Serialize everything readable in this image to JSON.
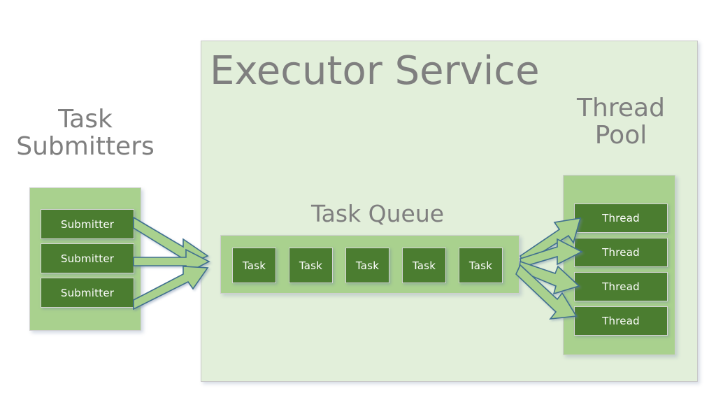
{
  "diagram": {
    "title": "Executor Service",
    "background": "#ffffff",
    "colors": {
      "outer_panel": "#e2efda",
      "group_panel": "#a9d18e",
      "item_box": "#4b7d30",
      "item_text": "#ffffff",
      "heading_text": "#7f7f7f",
      "arrow_fill": "#a9d18e",
      "arrow_stroke": "#3f6f8f"
    },
    "headings": {
      "executor_service": "Executor Service",
      "task_submitters": "Task\nSubmitters",
      "task_queue": "Task Queue",
      "thread_pool": "Thread\nPool"
    },
    "submitters": {
      "label": "Task Submitters",
      "items": [
        {
          "label": "Submitter"
        },
        {
          "label": "Submitter"
        },
        {
          "label": "Submitter"
        }
      ]
    },
    "task_queue": {
      "label": "Task Queue",
      "items": [
        {
          "label": "Task"
        },
        {
          "label": "Task"
        },
        {
          "label": "Task"
        },
        {
          "label": "Task"
        },
        {
          "label": "Task"
        }
      ]
    },
    "thread_pool": {
      "label": "Thread Pool",
      "items": [
        {
          "label": "Thread"
        },
        {
          "label": "Thread"
        },
        {
          "label": "Thread"
        },
        {
          "label": "Thread"
        }
      ]
    },
    "flows": {
      "submitters_to_queue": 3,
      "queue_to_threads": 4
    }
  }
}
